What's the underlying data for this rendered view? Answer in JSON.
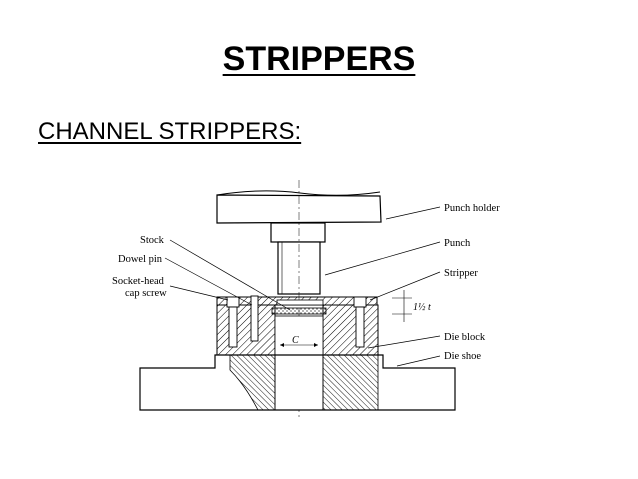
{
  "slide": {
    "title": "STRIPPERS",
    "subtitle": "CHANNEL STRIPPERS:"
  },
  "diagram": {
    "labels": {
      "punch_holder": "Punch holder",
      "punch": "Punch",
      "stripper": "Stripper",
      "die_block": "Die block",
      "die_shoe": "Die shoe",
      "stock": "Stock",
      "dowel_pin": "Dowel pin",
      "socket_head_1": "Socket-head",
      "socket_head_2": "cap screw",
      "clearance": "C",
      "dimension": "1½ t"
    }
  }
}
